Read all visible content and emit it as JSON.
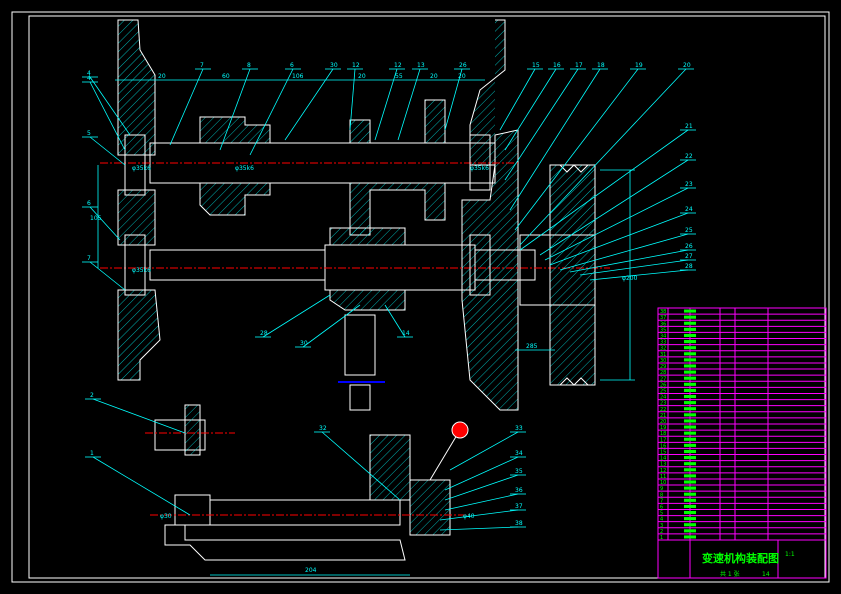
{
  "title_block": {
    "drawing_title": "变速机构装配图",
    "scale_label": "1:1",
    "sheet": "共 1 张",
    "count": "14"
  },
  "parts_list": {
    "item_numbers": [
      "38",
      "37",
      "36",
      "35",
      "34",
      "33",
      "32",
      "31",
      "30",
      "29",
      "28",
      "27",
      "26",
      "25",
      "24",
      "23",
      "22",
      "21",
      "20",
      "19",
      "18",
      "17",
      "16",
      "15",
      "14",
      "13",
      "12",
      "11",
      "10",
      "9",
      "8",
      "7",
      "6",
      "5",
      "4",
      "3",
      "2",
      "1"
    ]
  },
  "callouts": {
    "top": [
      "4",
      "7",
      "8",
      "6",
      "30",
      "12",
      "12",
      "13",
      "26",
      "15",
      "16",
      "17",
      "18",
      "19",
      "20"
    ],
    "right": [
      "21",
      "22",
      "23",
      "24",
      "25",
      "26",
      "27",
      "28"
    ],
    "left": [
      "4",
      "5",
      "6",
      "7"
    ],
    "middle": [
      "28",
      "30",
      "14"
    ],
    "lower_left": [
      "2",
      "1"
    ],
    "lower_right": [
      "32",
      "33",
      "34",
      "35",
      "36",
      "37",
      "38"
    ]
  },
  "dimensions": {
    "top": [
      "20",
      "60",
      "106",
      "20",
      "55",
      "20",
      "20"
    ],
    "center_distance": "105",
    "bore_1": "φ35k6",
    "bore_2": "φ35k6",
    "bore_3": "φ35k6",
    "bore_4": "φ35k6",
    "pulley_dia": "φ200",
    "pulley_width": "285",
    "bottom_length": "204",
    "lower_dia": "φ30",
    "lower_dia2": "φ40"
  },
  "colors": {
    "background": "#000000",
    "outline": "#ffffff",
    "dimension": "#00ffff",
    "centerline": "#ff0000",
    "table": "#ff00ff",
    "text": "#00ff00"
  }
}
